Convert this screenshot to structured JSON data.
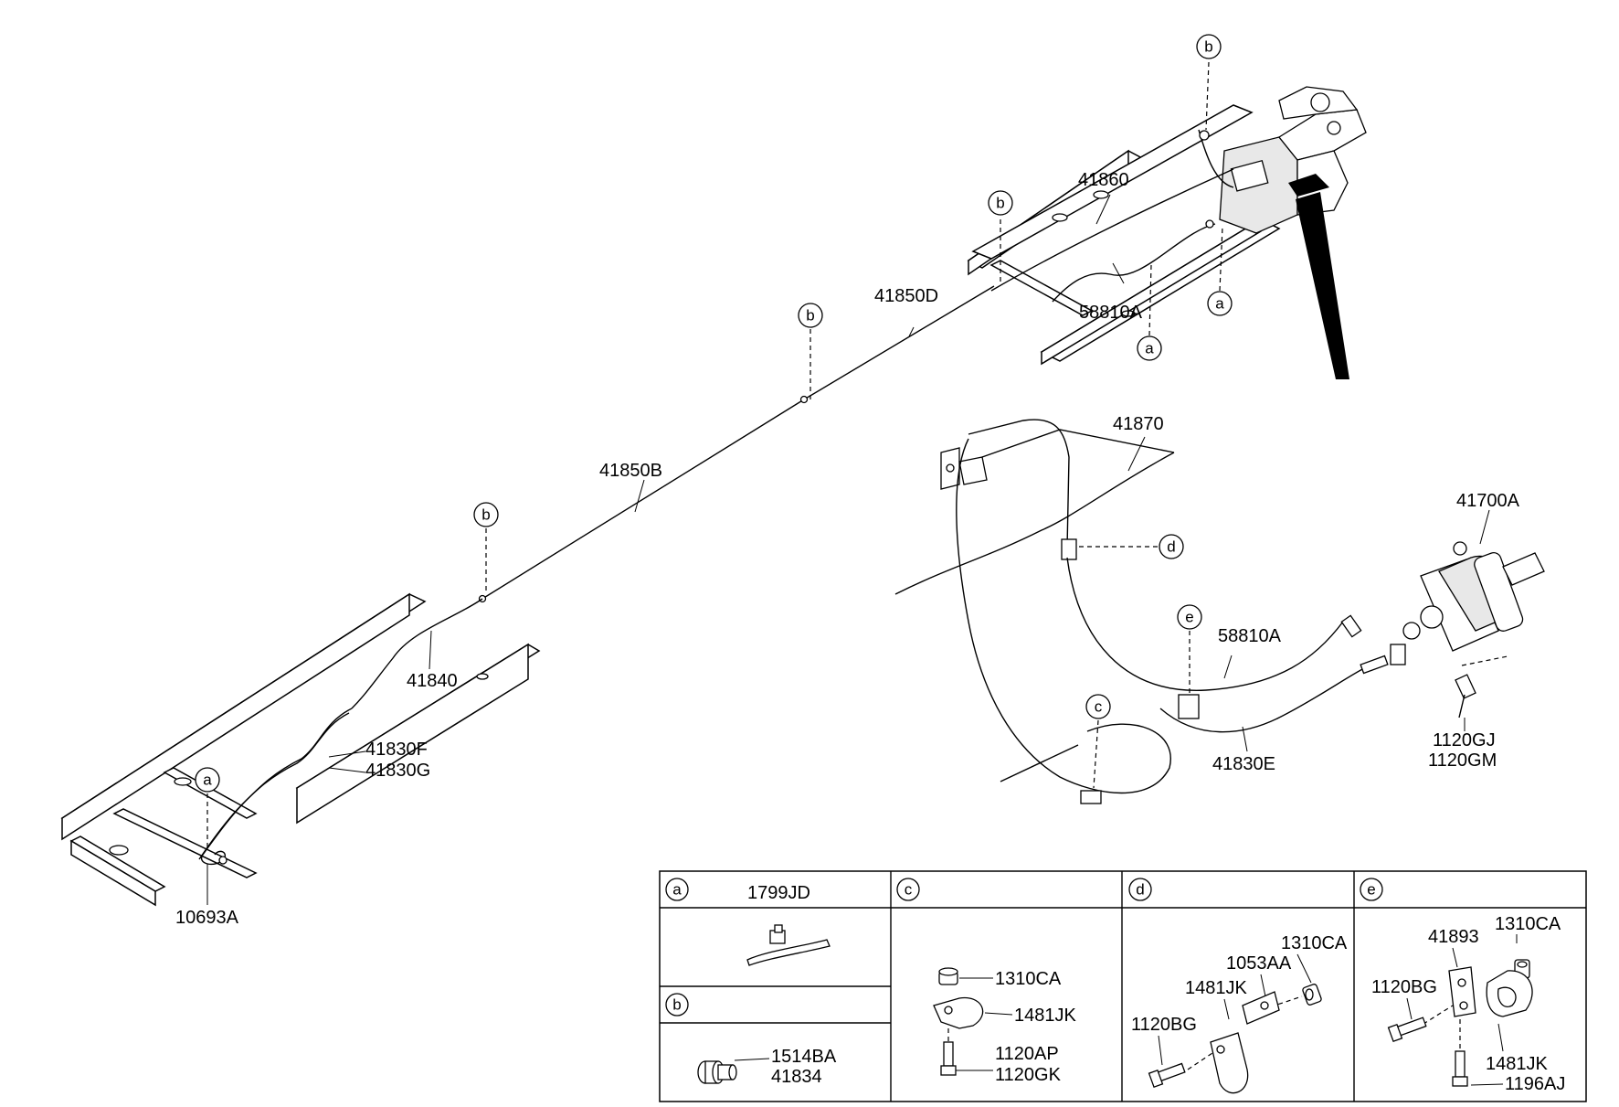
{
  "callouts": {
    "c_41860": "41860",
    "c_58810A_top": "58810A",
    "c_41850D": "41850D",
    "c_41850B": "41850B",
    "c_41840": "41840",
    "c_41830F": "41830F",
    "c_41830G": "41830G",
    "c_10693A": "10693A",
    "c_41870": "41870",
    "c_41700A": "41700A",
    "c_58810A_mid": "58810A",
    "c_41830E": "41830E",
    "c_1120GJ": "1120GJ",
    "c_1120GM": "1120GM"
  },
  "markers": {
    "a": "a",
    "b": "b",
    "c": "c",
    "d": "d",
    "e": "e"
  },
  "legend": {
    "a": {
      "key": "a",
      "parts": [
        "1799JD"
      ]
    },
    "b": {
      "key": "b",
      "parts": [
        "1514BA",
        "41834"
      ]
    },
    "c": {
      "key": "c",
      "parts": [
        "1310CA",
        "1481JK",
        "1120AP",
        "1120GK"
      ]
    },
    "d": {
      "key": "d",
      "parts": [
        "1310CA",
        "1053AA",
        "1481JK",
        "1120BG"
      ]
    },
    "e": {
      "key": "e",
      "parts": [
        "41893",
        "1310CA",
        "1120BG",
        "1481JK",
        "1196AJ"
      ]
    }
  }
}
